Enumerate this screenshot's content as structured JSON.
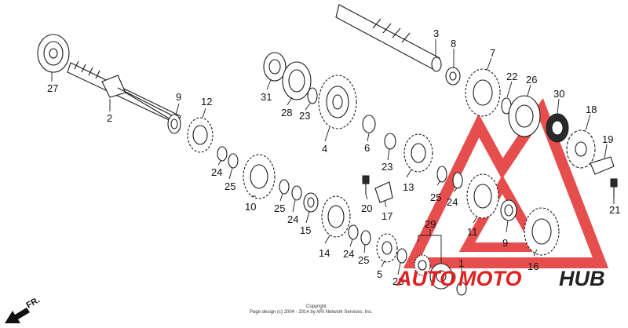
{
  "diagram": {
    "part_numbers": {
      "p1": "1",
      "p2": "2",
      "p3": "3",
      "p4": "4",
      "p5": "5",
      "p6": "6",
      "p7": "7",
      "p8": "8",
      "p9a": "9",
      "p9b": "9",
      "p10": "10",
      "p11": "11",
      "p12": "12",
      "p13": "13",
      "p14": "14",
      "p15": "15",
      "p16": "16",
      "p17": "17",
      "p18": "18",
      "p19": "19",
      "p20": "20",
      "p21": "21",
      "p22": "22",
      "p23a": "23",
      "p23b": "23",
      "p23c": "23",
      "p24a": "24",
      "p24b": "24",
      "p24c": "24",
      "p24d": "24",
      "p25a": "25",
      "p25b": "25",
      "p25c": "25",
      "p25d": "25",
      "p26": "26",
      "p27": "27",
      "p28": "28",
      "p29": "29",
      "p30": "30",
      "p31": "31"
    },
    "direction_label": "FR.",
    "copyright_line1": "Copyright",
    "copyright_line2": "Page design (c) 2004 - 2014 by ARI Network Services, Inc."
  },
  "watermark": {
    "text_auto": "AUTO",
    "text_moto": "MOTO",
    "text_hub": "HUB",
    "color_red": "#e02020",
    "color_dark": "#222222"
  }
}
